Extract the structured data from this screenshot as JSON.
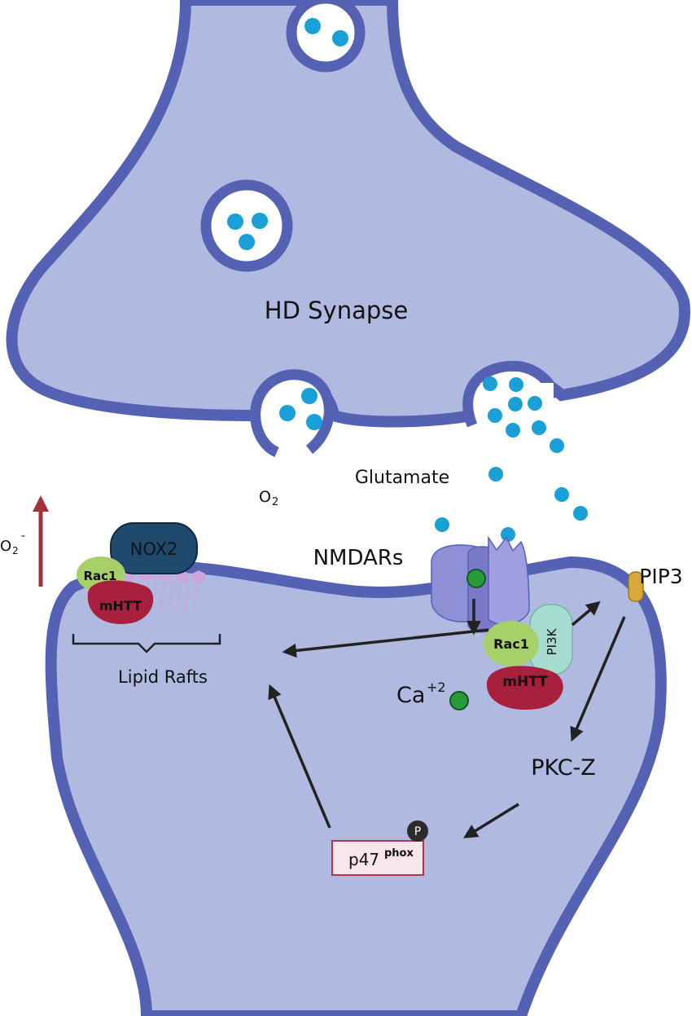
{
  "labels": {
    "hd_synapse": "HD Synapse",
    "glutamate": "Glutamate",
    "o2": "O",
    "o2_sub": "2",
    "o2_minus": "O",
    "o2_minus_sub": "2",
    "o2_minus_sup": "-",
    "nox2": "NOX2",
    "rac1_left": "Rac1",
    "mhtt_left": "mHTT",
    "lipid_rafts": "Lipid Rafts",
    "nmdars": "NMDARs",
    "pip3": "PIP3",
    "rac1_right": "Rac1",
    "pi3k": "PI3K",
    "mhtt_right": "mHTT",
    "ca": "Ca",
    "ca_sup": "+2",
    "pkc_z": "PKC-Z",
    "p47": "p47",
    "p47_sup": "phox",
    "phospho": "P"
  },
  "colors": {
    "cell_fill": "#b0b9e0",
    "membrane": "#5561b3",
    "glutamate": "#1a9fd6",
    "nox2": "#1f4a6e",
    "rac1": "#a8d06a",
    "mhtt": "#a8203e",
    "pi3k": "#a6dccf",
    "receptor": "#8f8fd6",
    "calcium": "#2a9a3a",
    "pip3": "#d9a93a",
    "arrow_red": "#a0323c",
    "p47_box": "#f9e6ec",
    "p47_border": "#b2344e"
  }
}
